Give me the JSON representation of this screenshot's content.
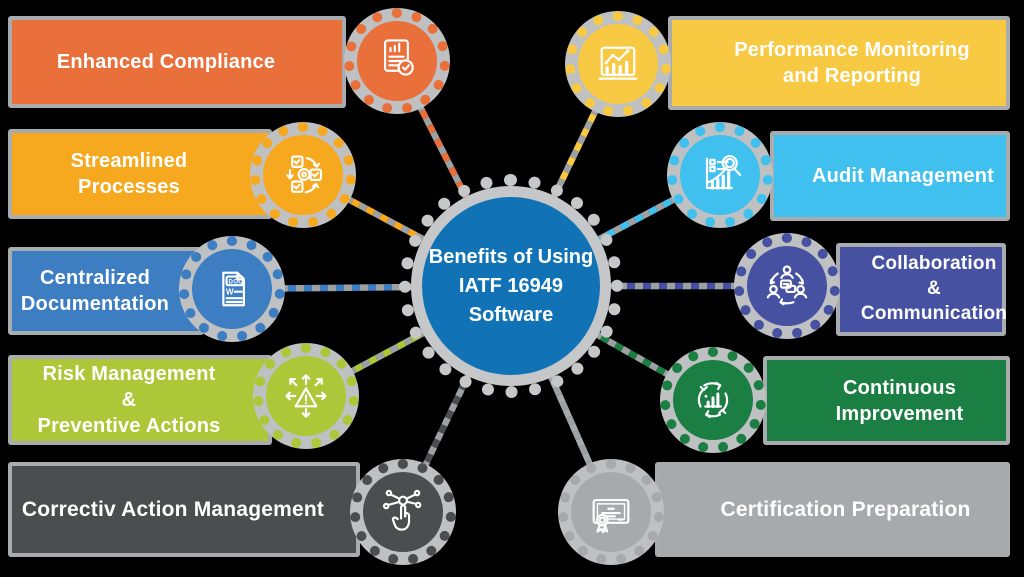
{
  "diagram": {
    "center": {
      "title": "Benefits of Using\nIATF 16949\nSoftware",
      "fill": "#1173B5",
      "ring": "#C5C7C9"
    },
    "palette": {
      "background": "#000000",
      "banner_border": "#A9ACAE",
      "badge_ring": "#BEC0C2",
      "connector_gray": "#9EA1A4",
      "text": "#FFFFFF"
    },
    "items": [
      {
        "label": "Enhanced Compliance",
        "color": "#E96F3B",
        "icon": "document-check-icon",
        "side": "left"
      },
      {
        "label": "Streamlined\nProcesses",
        "color": "#F6A81F",
        "icon": "process-cycle-icon",
        "side": "left"
      },
      {
        "label": "Centralized\nDocumentation",
        "color": "#3D7DC1",
        "icon": "document-file-icon",
        "side": "left"
      },
      {
        "label": "Risk Management\n&\nPreventive Actions",
        "color": "#ACC838",
        "icon": "risk-alert-icon",
        "side": "left"
      },
      {
        "label": "Correctiv Action Management",
        "color": "#4C4D4F",
        "icon": "corrective-action-icon",
        "side": "left"
      },
      {
        "label": "Performance Monitoring\nand Reporting",
        "color": "#F8C943",
        "icon": "performance-chart-icon",
        "side": "right"
      },
      {
        "label": "Audit Management",
        "color": "#3FC0EF",
        "icon": "audit-magnifier-icon",
        "side": "right"
      },
      {
        "label": "Collaboration\n&\nCommunication",
        "color": "#4652A1",
        "icon": "collaboration-icon",
        "side": "right"
      },
      {
        "label": "Continuous\nImprovement",
        "color": "#1B7F43",
        "icon": "continuous-improvement-icon",
        "side": "right"
      },
      {
        "label": "Certification Preparation",
        "color": "#A6AAAD",
        "icon": "certificate-icon",
        "side": "right"
      }
    ]
  }
}
